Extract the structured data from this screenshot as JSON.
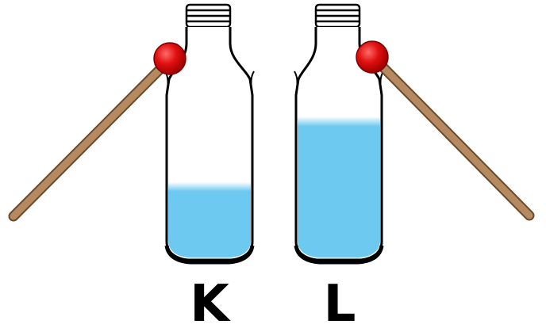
{
  "scene": {
    "background": "#ffffff",
    "bottles": [
      {
        "id": "K",
        "label": "K",
        "water_fill_fraction": 0.42
      },
      {
        "id": "L",
        "label": "L",
        "water_fill_fraction": 0.75
      }
    ],
    "mallet": {
      "head_color": "#e01010",
      "handle_color": "#b58a60"
    },
    "water_color": "#6ec9f0",
    "outline_color": "#000000"
  }
}
